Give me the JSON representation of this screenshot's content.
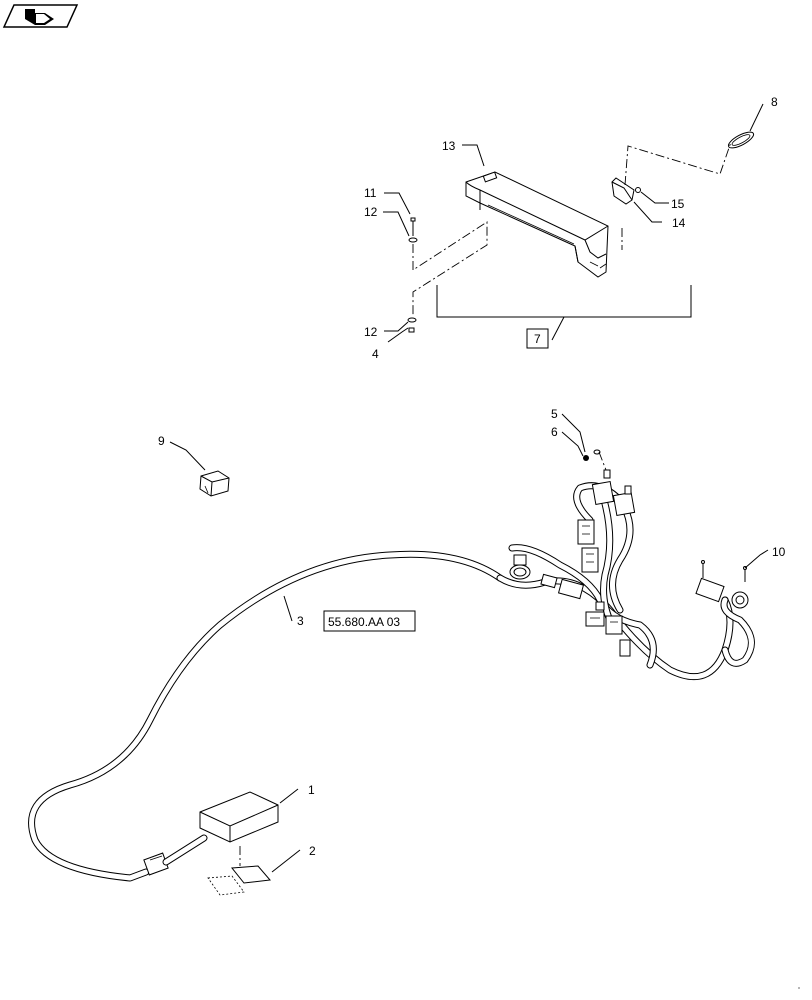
{
  "callouts": {
    "c1": "1",
    "c2": "2",
    "c3": "3",
    "c4": "4",
    "c5": "5",
    "c6": "6",
    "c7": "7",
    "c8": "8",
    "c9": "9",
    "c10": "10",
    "c11": "11",
    "c12a": "12",
    "c12b": "12",
    "c13": "13",
    "c14": "14",
    "c15": "15"
  },
  "ref_box": "55.680.AA 03"
}
